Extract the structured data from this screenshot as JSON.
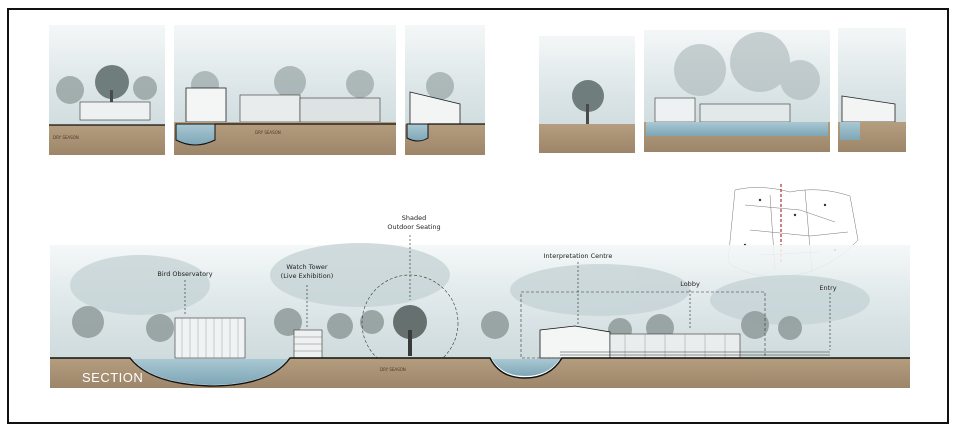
{
  "labels": {
    "bird_observatory": "Bird Observatory",
    "watch_tower_line1": "Watch Tower",
    "watch_tower_line2": "(Live Exhibition)",
    "shaded_line1": "Shaded",
    "shaded_line2": "Outdoor Seating",
    "interpretation_centre": "Interpretation Centre",
    "lobby": "Lobby",
    "entry": "Entry",
    "section": "SECTION",
    "dry_season": "DRY SEASON"
  },
  "colors": {
    "soil": "#a99276",
    "water": "#8fb5c4",
    "sky": "#dfe8ea",
    "tree": "#7d8a8a",
    "outline": "#111111",
    "keyplan_line": "#b03030"
  }
}
